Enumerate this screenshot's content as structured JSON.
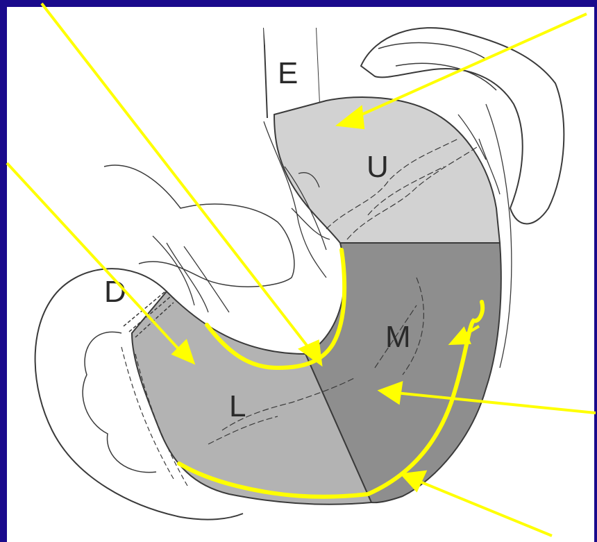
{
  "colors": {
    "frame": "#1a0a8c",
    "panel": "#ffffff",
    "region_upper": "#d2d2d2",
    "region_middle": "#8e8e8e",
    "region_lower": "#b3b3b3",
    "outline": "#3a3a3a",
    "annotation": "#ffff00"
  },
  "labels": {
    "esophagus": "E",
    "duodenum": "D",
    "upper": "U",
    "middle": "M",
    "lower": "L"
  }
}
